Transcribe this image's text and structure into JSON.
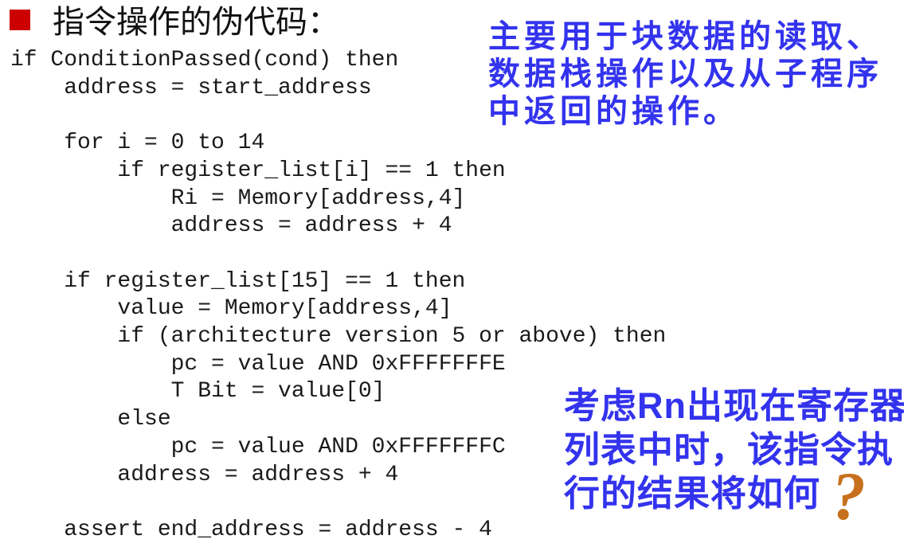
{
  "slide": {
    "title": "指令操作的伪代码：",
    "bullet_color": "#cc0000",
    "code_color": "#1a1a1a",
    "code": "if ConditionPassed(cond) then\n    address = start_address\n\n    for i = 0 to 14\n        if register_list[i] == 1 then\n            Ri = Memory[address,4]\n            address = address + 4\n\n    if register_list[15] == 1 then\n        value = Memory[address,4]\n        if (architecture version 5 or above) then\n            pc = value AND 0xFFFFFFFE\n            T Bit = value[0]\n        else\n            pc = value AND 0xFFFFFFFC\n        address = address + 4\n\n    assert end_address = address - 4",
    "note_usage": {
      "color": "#3333ee",
      "lines": [
        "主要用于块数据的读取、",
        "数据栈操作以及从子程序",
        "中返回的操作。"
      ]
    },
    "note_question": {
      "color": "#3333ee",
      "line1_pre": "考虑",
      "line1_register": "Rn",
      "line1_post": "出现在寄存器",
      "line2": "列表中时，该指令执",
      "line3": "行的结果将如何",
      "question_mark": "?",
      "question_mark_color": "#c7701d"
    }
  }
}
